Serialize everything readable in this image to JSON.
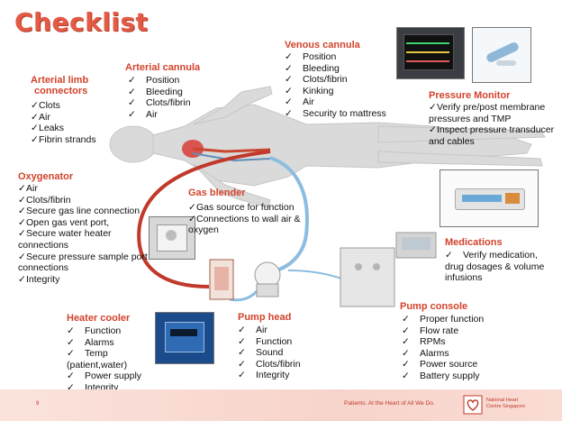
{
  "title": "Checklist",
  "arterial_limb": {
    "heading_line1": "Arterial limb",
    "heading_line2": "connectors",
    "items": [
      "Clots",
      "Air",
      "Leaks",
      "Fibrin strands"
    ]
  },
  "arterial_cannula": {
    "heading": "Arterial cannula",
    "items": [
      "Position",
      "Bleeding",
      "Clots/fibrin",
      "Air"
    ]
  },
  "venous_cannula": {
    "heading": "Venous cannula",
    "items": [
      "Position",
      "Bleeding",
      "Clots/fibrin",
      "Kinking",
      "Air",
      "Security to mattress"
    ]
  },
  "pressure_monitor": {
    "heading": "Pressure Monitor",
    "items": [
      "Verify pre/post membrane pressures and TMP",
      "Inspect pressure transducer and cables"
    ]
  },
  "oxygenator": {
    "heading": "Oxygenator",
    "items": [
      "Air",
      "Clots/fibrin",
      "Secure gas line connection",
      "Open gas vent port,",
      "Secure water heater connections",
      "Secure pressure sample port connections",
      "Integrity"
    ]
  },
  "gas_blender": {
    "heading": "Gas blender",
    "items": [
      "Gas source for function",
      "Connections to wall air & oxygen"
    ]
  },
  "medications": {
    "heading": "Medications",
    "items": [
      "Verify medication, drug dosages & volume infusions"
    ]
  },
  "heater_cooler": {
    "heading": "Heater cooler",
    "items": [
      "Function",
      "Alarms",
      "Temp (patient,water)",
      "Power supply",
      "Integrity"
    ]
  },
  "pump_head": {
    "heading": "Pump head",
    "items": [
      "Air",
      "Function",
      "Sound",
      "Clots/fibrin",
      "Integrity"
    ]
  },
  "pump_console": {
    "heading": "Pump console",
    "items": [
      "Proper function",
      "Flow rate",
      "RPMs",
      "Alarms",
      "Power source",
      "Battery supply"
    ]
  },
  "footer": {
    "page": "9",
    "tagline": "Patients. At the Heart of All We Do.",
    "org_line1": "National Heart",
    "org_line2": "Centre Singapore"
  },
  "colors": {
    "heading": "#d2432c",
    "title": "#e35a45",
    "arterial_line": "#c0392b",
    "venous_line": "#7fb6dd",
    "footer_band": "#f7d4cb"
  }
}
